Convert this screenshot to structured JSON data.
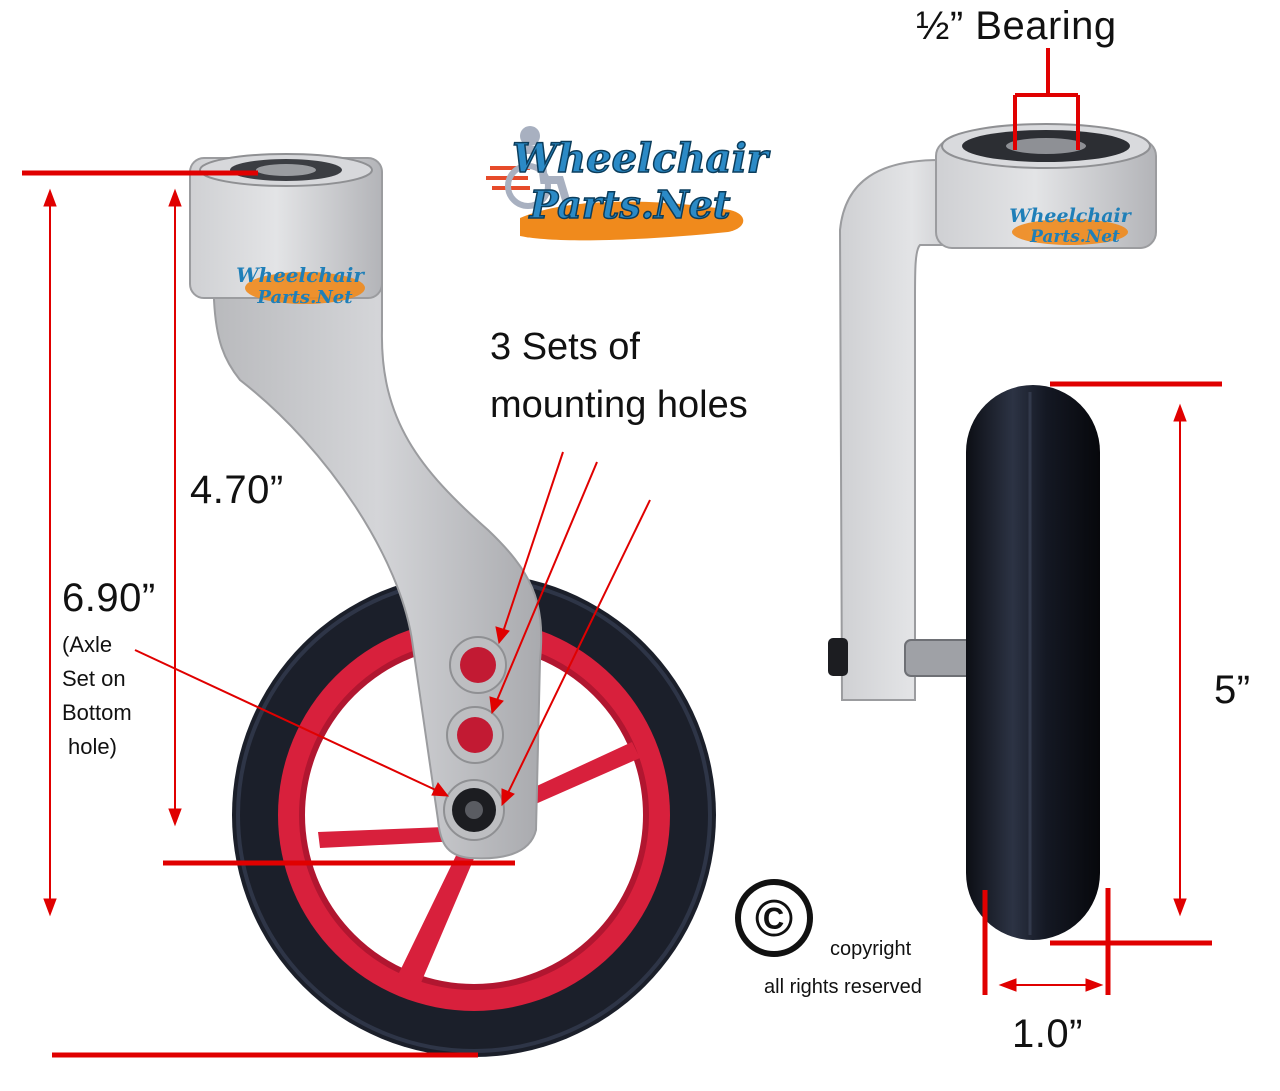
{
  "labels": {
    "bearing": "½” Bearing",
    "mounting_line1": "3 Sets of",
    "mounting_line2": "mounting holes",
    "height_470": "4.70”",
    "height_690": "6.90”",
    "axle_note_1": "(Axle",
    "axle_note_2": "Set on",
    "axle_note_3": "Bottom",
    "axle_note_4": "hole)",
    "wheel_diameter": "5”",
    "wheel_width": "1.0”",
    "copyright_symbol": "©",
    "copyright_line1": "copyright",
    "copyright_line2": "all rights reserved"
  },
  "logo": {
    "line1": "Wheelchair",
    "line2": "Parts.Net"
  },
  "colors": {
    "dimension_lines": "#e00000",
    "aluminum": "#c8c9cc",
    "tire": "#1b1f2a",
    "rim": "#d8203c",
    "logo_blue": "#1f7fb8",
    "logo_orange": "#f08a1c"
  }
}
